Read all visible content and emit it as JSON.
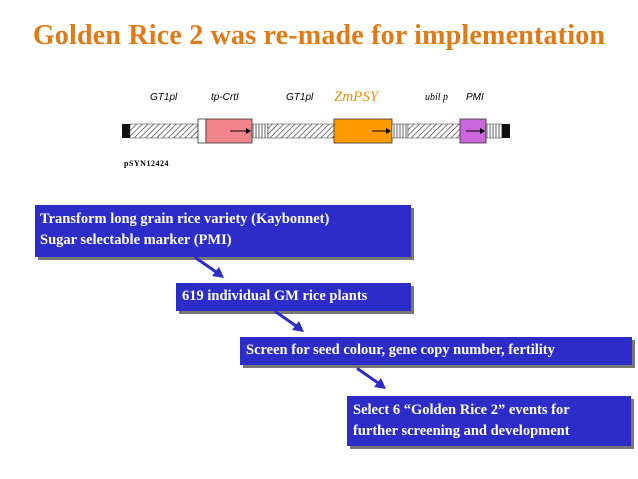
{
  "title": "Golden Rice 2 was re-made for implementation",
  "construct": {
    "name": "pSYN12424",
    "elements": [
      {
        "label": "GT1pl"
      },
      {
        "label": "tp-CrtI"
      },
      {
        "label": "GT1pl"
      },
      {
        "label": "ZmPSY"
      },
      {
        "label": "ubil p"
      },
      {
        "label": "PMI"
      }
    ]
  },
  "colors": {
    "title": "#e07a16",
    "box": "#2c2cc8",
    "arrow": "#2c2cc8",
    "tp_crti": "#f2858c",
    "zmpsy": "#ff9a00",
    "pmi": "#cc66dd"
  },
  "steps": [
    {
      "lines": [
        "Transform long grain rice variety (Kaybonnet)",
        "Sugar selectable marker (PMI)"
      ]
    },
    {
      "lines": [
        "619 individual GM rice plants"
      ]
    },
    {
      "lines": [
        "Screen for seed colour, gene copy number, fertility"
      ]
    },
    {
      "lines": [
        "Select 6 “Golden Rice 2” events for",
        "further screening and development"
      ]
    }
  ]
}
